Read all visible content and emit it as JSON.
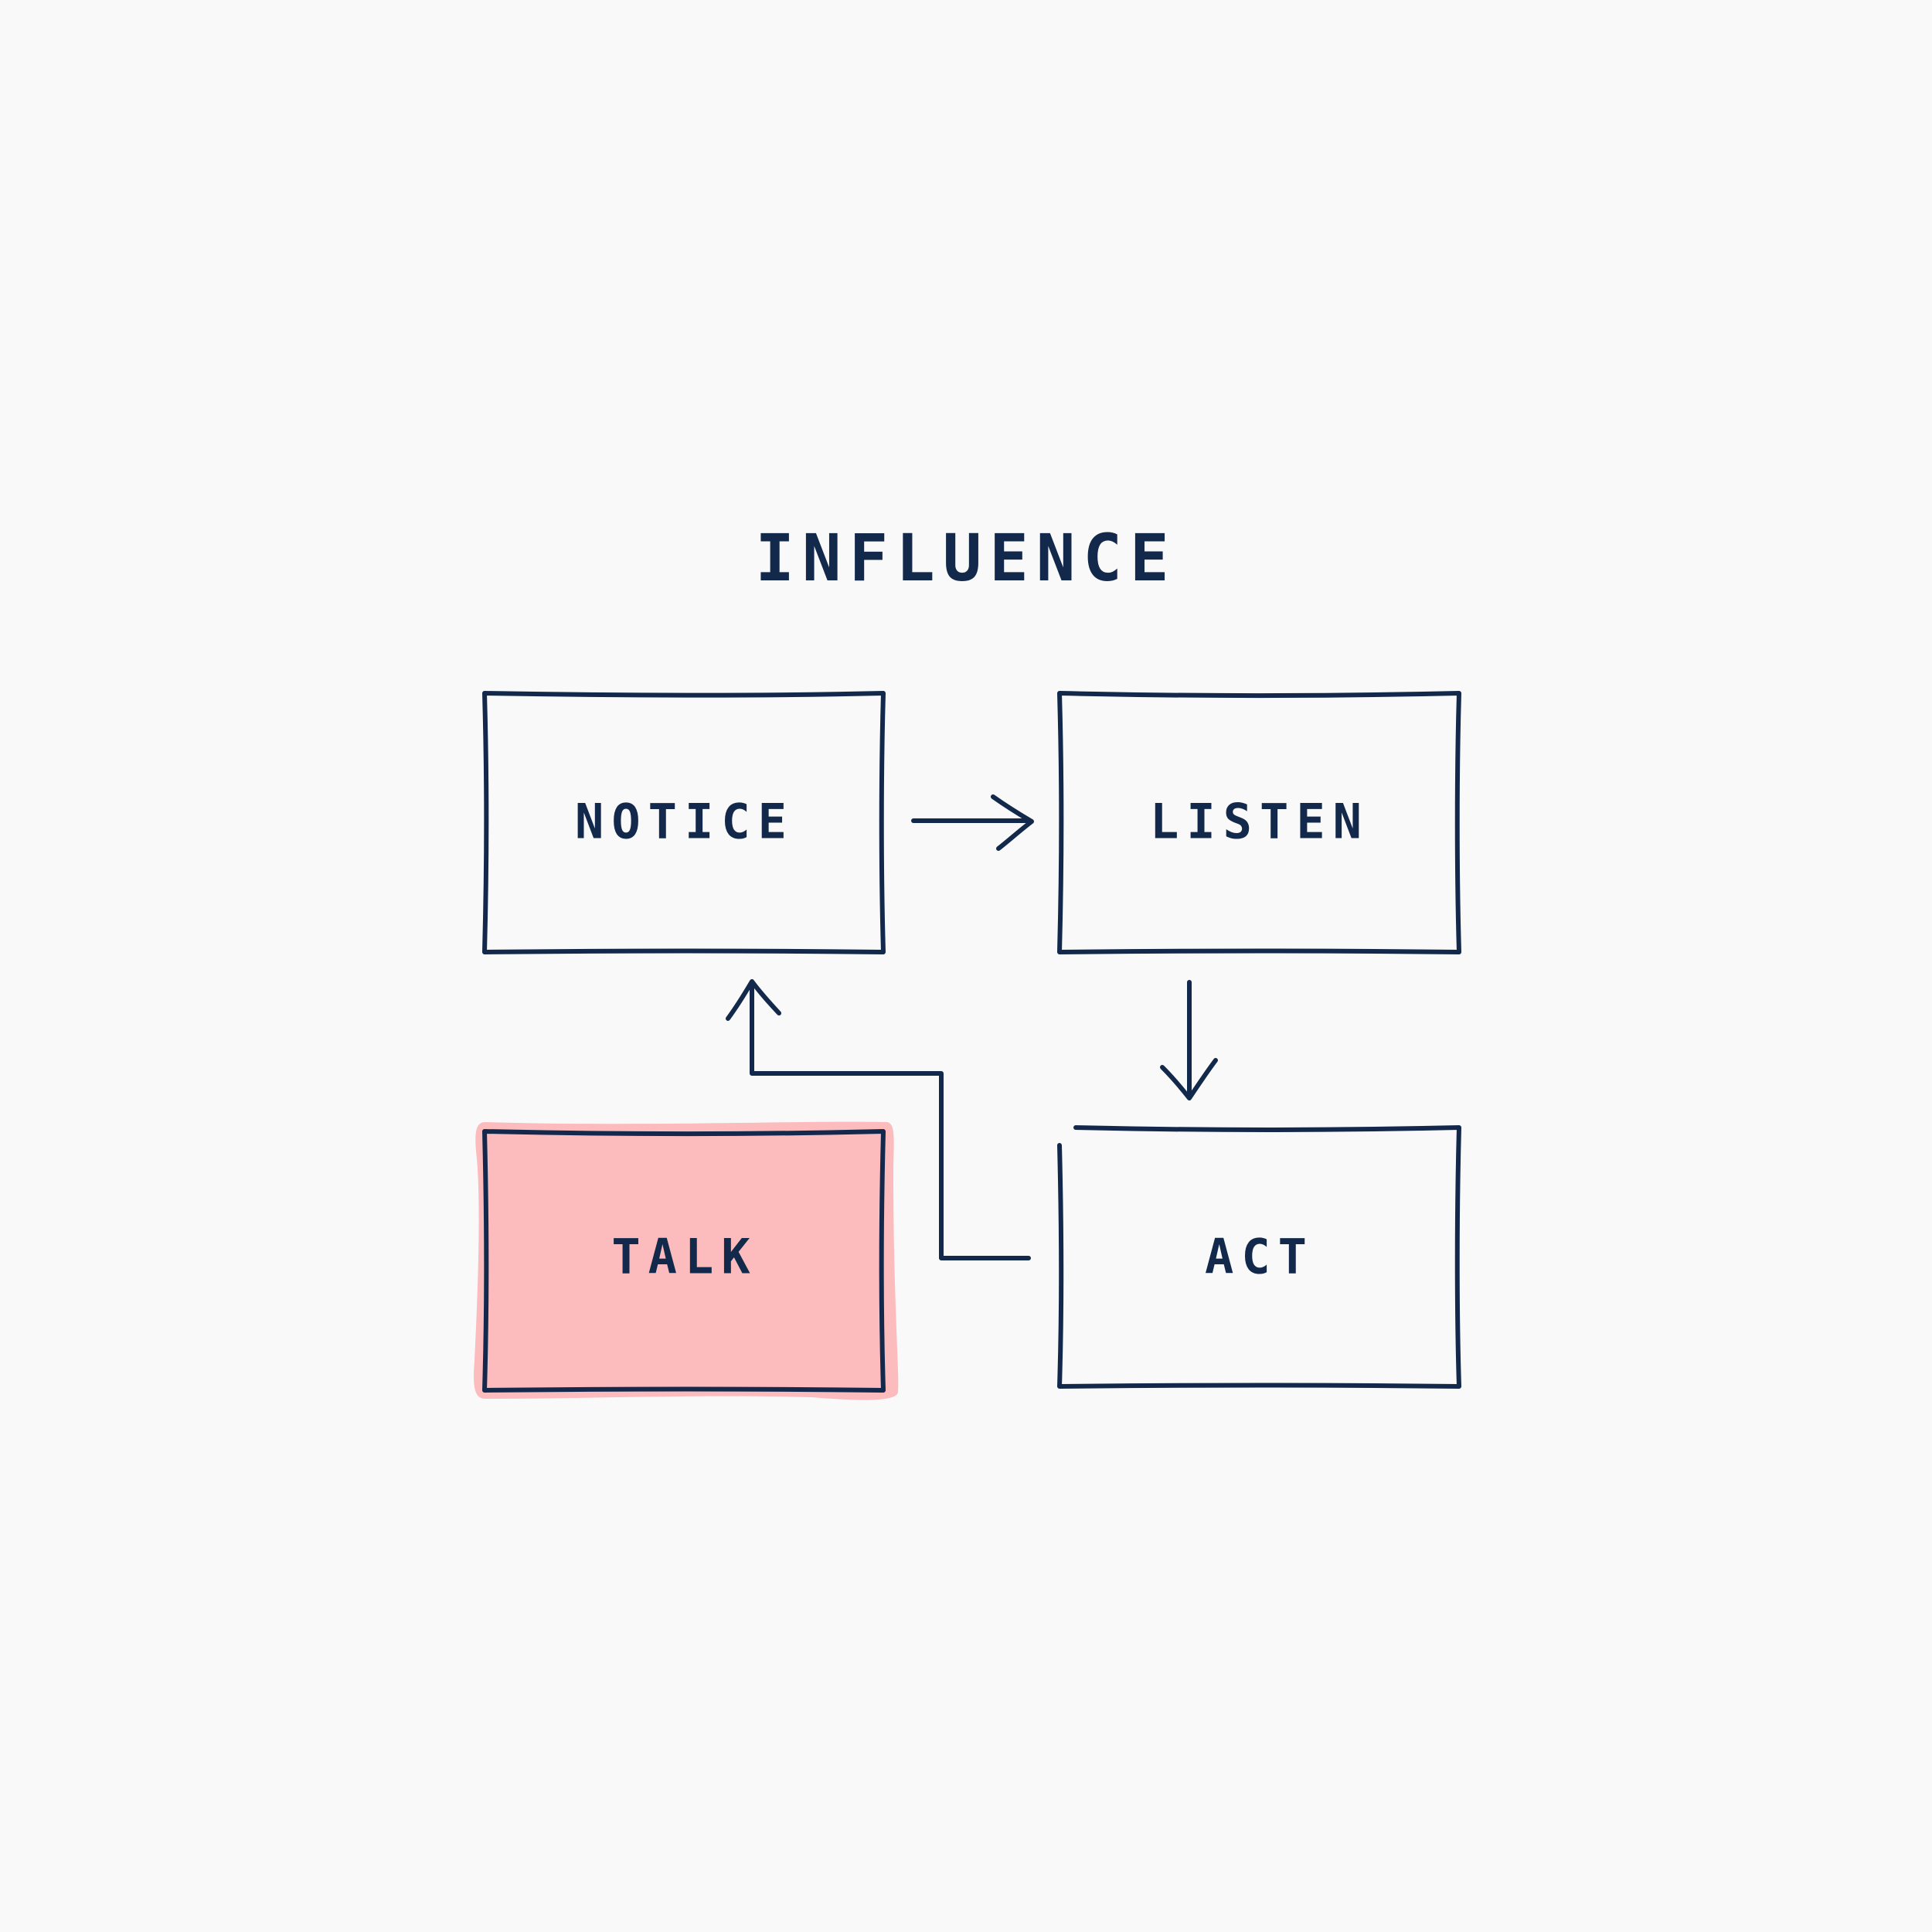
{
  "diagram": {
    "title": "INFLUENCE",
    "stroke_color": "#13294b",
    "highlight_color": "#fcbbbd",
    "background_color": "#f9f9f9",
    "nodes": [
      {
        "id": "notice",
        "label": "NOTICE",
        "highlighted": false
      },
      {
        "id": "listen",
        "label": "LISTEN",
        "highlighted": false
      },
      {
        "id": "talk",
        "label": "TALK",
        "highlighted": true
      },
      {
        "id": "act",
        "label": "ACT",
        "highlighted": false
      }
    ],
    "edges": [
      {
        "from": "notice",
        "to": "listen"
      },
      {
        "from": "listen",
        "to": "act"
      },
      {
        "from": "act",
        "to": "notice"
      }
    ]
  }
}
